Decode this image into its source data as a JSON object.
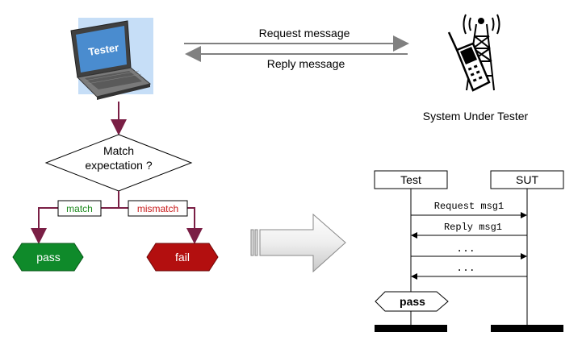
{
  "top": {
    "laptop_label": "Tester",
    "request_label": "Request message",
    "reply_label": "Reply message",
    "sut_label": "System Under Tester",
    "laptop_icon": "laptop-icon",
    "sut_icon": "cellphone-tower-icon"
  },
  "flow": {
    "decision_line1": "Match",
    "decision_line2": "expectation ?",
    "match_label": "match",
    "mismatch_label": "mismatch",
    "pass_label": "pass",
    "fail_label": "fail",
    "colors": {
      "pass": "#0f8a2a",
      "fail": "#b30f0f",
      "match_text": "#1d8a1d",
      "mismatch_text": "#c81a1a",
      "flow_arrow": "#7a1f45"
    }
  },
  "sequence": {
    "lifeline_test": "Test",
    "lifeline_sut": "SUT",
    "messages": [
      {
        "label": "Request msg1",
        "direction": "right"
      },
      {
        "label": "Reply msg1",
        "direction": "left"
      },
      {
        "label": "...",
        "direction": "right"
      },
      {
        "label": "...",
        "direction": "left"
      }
    ],
    "verdict": "pass"
  }
}
